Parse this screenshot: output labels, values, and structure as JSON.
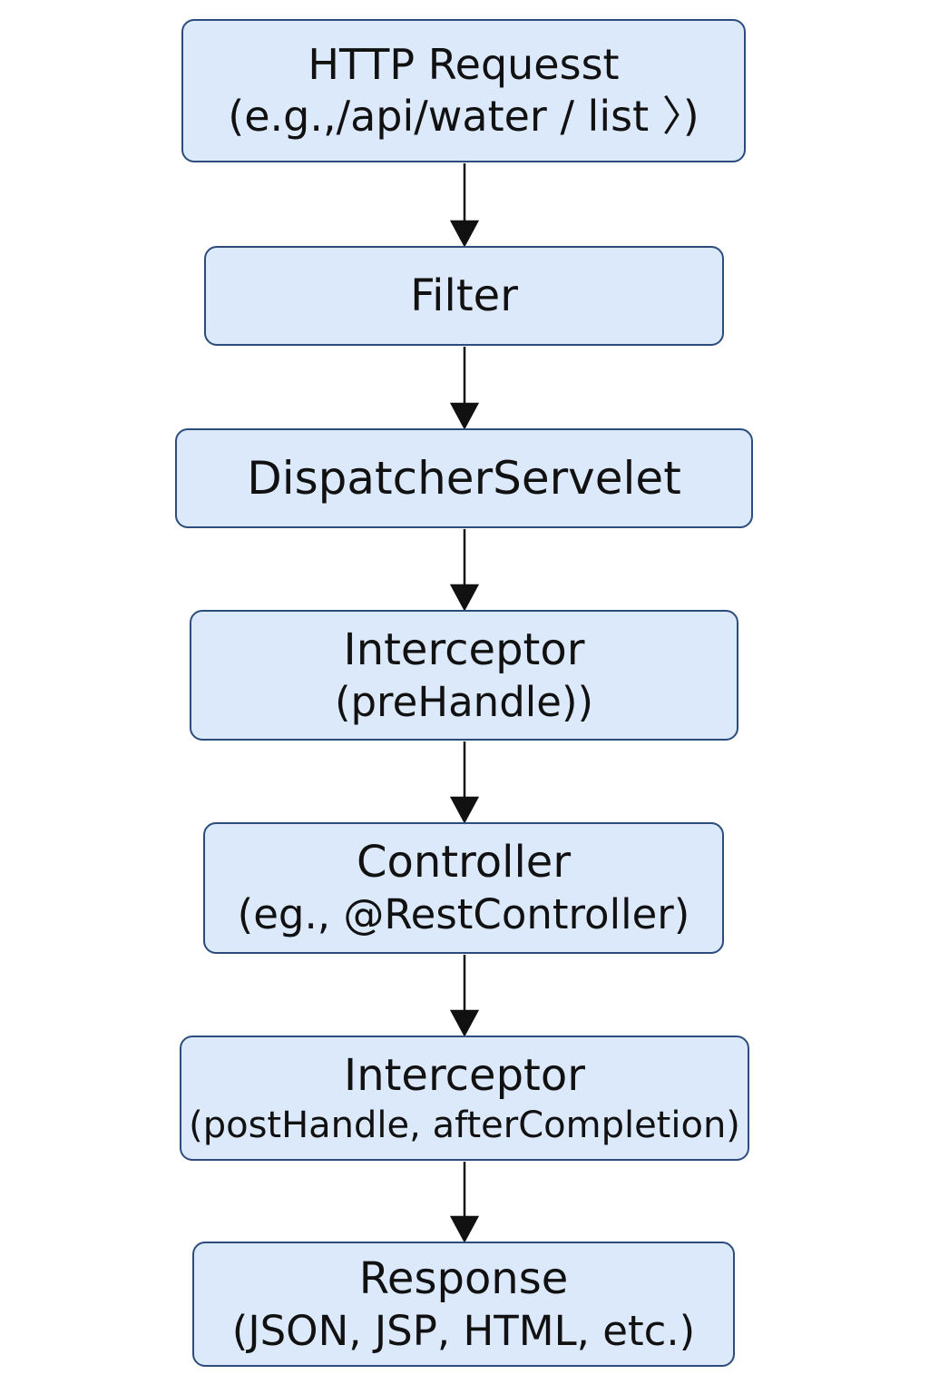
{
  "diagram": {
    "nodes": [
      {
        "id": "n1",
        "line1": "HTTP Requesst",
        "line2": "(e.g.,/api/water / list  〉)"
      },
      {
        "id": "n2",
        "line1": "Filter",
        "line2": ""
      },
      {
        "id": "n3",
        "line1": "DispatcherServelet",
        "line2": ""
      },
      {
        "id": "n4",
        "line1": "Interceptor",
        "line2": "(preHandle))"
      },
      {
        "id": "n5",
        "line1": "Controller",
        "line2": "(eg., @RestController)"
      },
      {
        "id": "n6",
        "line1": "Interceptor",
        "line2": "(postHandle, afterCompletion)"
      },
      {
        "id": "n7",
        "line1": "Response",
        "line2": "(JSON, JSP, HTML,   etc.)"
      }
    ],
    "edges": [
      {
        "from": "n1",
        "to": "n2"
      },
      {
        "from": "n2",
        "to": "n3"
      },
      {
        "from": "n3",
        "to": "n4"
      },
      {
        "from": "n4",
        "to": "n5"
      },
      {
        "from": "n5",
        "to": "n6"
      },
      {
        "from": "n6",
        "to": "n7"
      }
    ],
    "colors": {
      "node_fill": "#dbe9fb",
      "node_border": "#2c4d7c",
      "arrow": "#111111",
      "text": "#111111"
    }
  }
}
